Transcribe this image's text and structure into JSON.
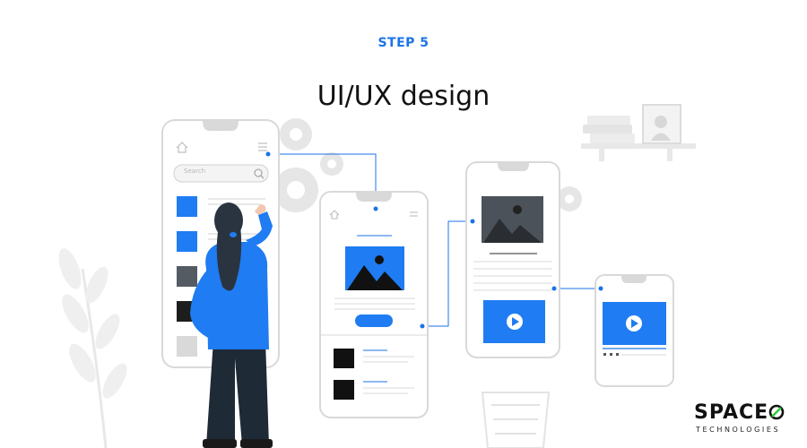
{
  "header": {
    "step": "STEP 5",
    "title": "UI/UX design"
  },
  "illustration": {
    "search_placeholder": "Search",
    "icons": [
      "home-icon",
      "menu-icon",
      "search-icon",
      "image-icon",
      "play-icon",
      "gear-icon"
    ],
    "colors": {
      "accent": "#1a73e8",
      "block": "#1f7cf2",
      "dark": "#1d1d1d",
      "phone_border": "#d9d9d9"
    }
  },
  "brand": {
    "name": "SPACE",
    "subtitle": "TECHNOLOGIES"
  }
}
